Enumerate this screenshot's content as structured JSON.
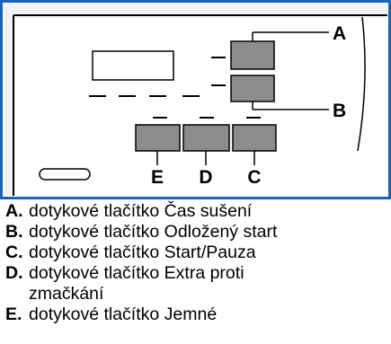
{
  "panel": {
    "border_color": "#1b64b5",
    "frame_color": "#f2f2f2",
    "button_fill": "#8c8c8c"
  },
  "callouts": {
    "a": "A",
    "b": "B",
    "c": "C",
    "d": "D",
    "e": "E"
  },
  "legend": [
    {
      "letter": "A.",
      "text": "dotykové tlačítko Čas sušení"
    },
    {
      "letter": "B.",
      "text": "dotykové tlačítko Odložený start"
    },
    {
      "letter": "C.",
      "text": "dotykové tlačítko Start/Pauza"
    },
    {
      "letter": "D.",
      "text": "dotykové tlačítko Extra proti zmačkání"
    },
    {
      "letter": "E.",
      "text": "dotykové tlačítko Jemné"
    }
  ]
}
